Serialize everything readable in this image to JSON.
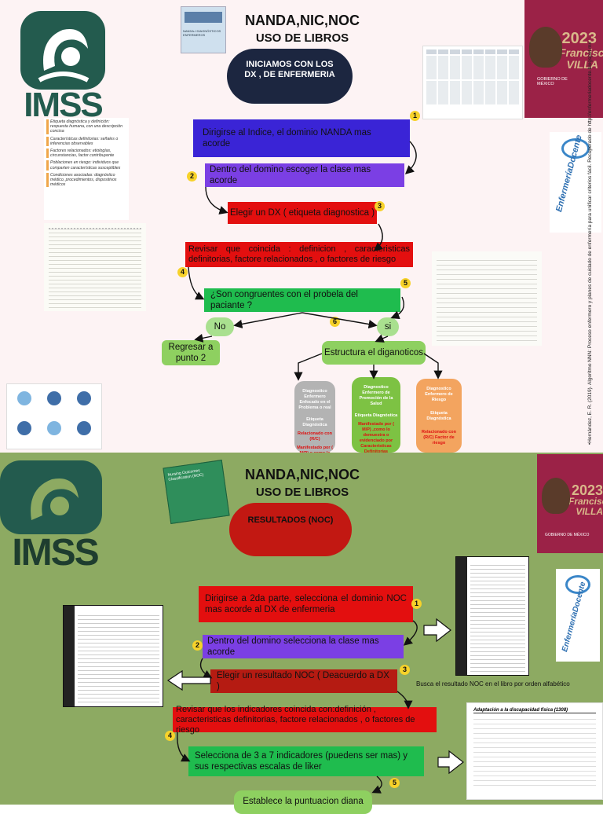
{
  "top": {
    "title1": "NANDA,NIC,NOC",
    "title2": "USO DE  LIBROS",
    "start": "INICIAMOS  CON LOS DX , DE ENFERMERIA",
    "logo_text": "IMSS",
    "steps": [
      {
        "num": "1",
        "text": "Dirigirse  al  Indice,  el  dominio  NANDA  mas  acorde"
      },
      {
        "num": "2",
        "text": "Dentro del domino escoger la clase mas acorde"
      },
      {
        "num": "3",
        "text": "Elegir un DX ( etiqueta diagnostica )"
      },
      {
        "num": "4",
        "text": "Revisar  que  coincida  :  definicion  ,  caracteristicas definitorias, factore relacionados , o factores de riesgo"
      },
      {
        "num": "5",
        "text": "¿Son congruentes con el probela del paciante  ?"
      }
    ],
    "no_label": "No",
    "si_label": "si",
    "num6": "6",
    "back": "Regresar a punto 2",
    "structure": "Estructura el diganoticos",
    "types": [
      {
        "title": "Diagnostico Enfermero Enfocado en el Problema o real",
        "body": "Etiqueta Diagnóstica",
        "red": "Relacionado con (R/C)",
        "extra": "Manifestado por ( M/P) o  como lo demuestra  Caracteristicas Definitorias",
        "color": "#b3b3b3"
      },
      {
        "title": "Diagnostico Enfermero de Promoción de la Salud",
        "body": "Etiqueta Diagnóstica",
        "red": "Manifestado por ( M/P) ,como lo demuestra o evidenciado por Caracteristicas Definitorias",
        "extra": "",
        "color": "#7dc243"
      },
      {
        "title": "Diagnostico Enfermero de Riesgo",
        "body": "Etiqueta Diagnóstica",
        "red": "Relacionado con (R/C) Factor de riesgo",
        "extra": "",
        "color": "#f3a45f"
      }
    ],
    "side_credit": "•Hernández, E. R. (2019). Algoritmo NNN: Proceso enfermero y planes de cuidado de enfermería para unificar criterios fácil. Recuperado de http://enfermeriadocente.blogspot.mx",
    "card_lines": [
      "Etiqueta diagnóstica y definición: respuesta humana, con una descripción concisa",
      "Características definitorias: señales o inferencias observables",
      "Factores relacionados: etiologías, circunstancias, factor contribuyente",
      "Poblaciones en riesgo: individuos que comparten características susceptibles",
      "Condiciones asociadas: diagnóstico médico, procedimientos, dispositivos médicos"
    ],
    "badge_year": "2023",
    "badge_name": "Francisco VILLA",
    "badge_sub": "GOBIERNO DE MÉXICO",
    "book_label": "NANDA-I DIAGNÓSTICOS ENFERMEROS",
    "brand_name": "EnfermeríaDocente"
  },
  "bottom": {
    "title1": "NANDA,NIC,NOC",
    "title2": "USO DE  LIBROS",
    "start": "RESULTADOS (NOC)",
    "logo_text": "IMSS",
    "steps": [
      {
        "num": "1",
        "text": "Dirigirse  a  2da  parte,  selecciona  el  dominio NOC mas  acorde al DX de enfermeria"
      },
      {
        "num": "2",
        "text": "Dentro del domino selecciona la clase mas acorde"
      },
      {
        "num": "3",
        "text": "Elegir un resultado NOC ( Deacuerdo a DX   )"
      },
      {
        "num": "4",
        "text": "Revisar que los indicadores coincida con:definición , caracteristicas definitorias, factore relacionados , o factores de riesgo"
      },
      {
        "num": "5",
        "text": "Selecciona de 3 a 7 indicadores (puedens ser mas) y sus respectivas escalas de liker"
      }
    ],
    "last": "Establece la puntuacion diana",
    "note": "Busca el resultado NOC en el libro por orden alfabético",
    "noc_table_title": "Adaptación a la discapacidad física (1308)",
    "noc_book_label": "Nursing Outcomes Classification (NOC)",
    "badge_year": "2023",
    "badge_name": "Francisco VILLA",
    "badge_sub": "GOBIERNO DE MÉXICO",
    "brand_name": "EnfermeríaDocente"
  }
}
